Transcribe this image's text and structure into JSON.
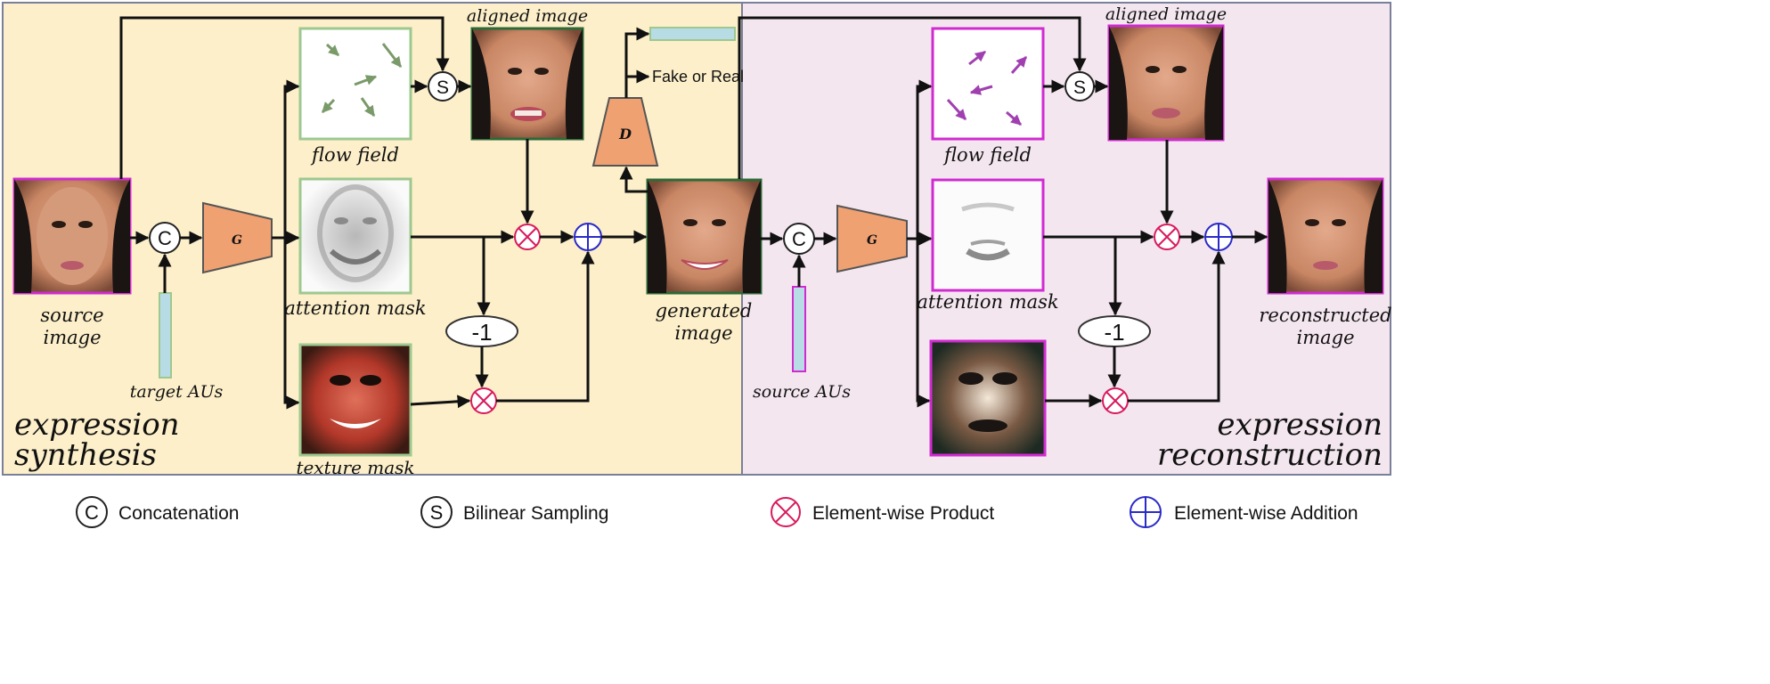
{
  "colors": {
    "synthesis_panel": "#fcefc9",
    "reconstruction_panel": "#f4e6ef",
    "panel_border": "#7a7f9a",
    "generator": "#f0a172",
    "product": "#d81b5e",
    "addition": "#2a2ac8",
    "pink_border": "#d02bd0",
    "green_border": "#9ec88f",
    "au_bar": "#b8dce5"
  },
  "panels": {
    "synthesis": {
      "line1": "expression",
      "line2": "synthesis"
    },
    "reconstruction": {
      "line1": "expression",
      "line2": "reconstruction"
    }
  },
  "synthesis": {
    "source_image": {
      "line1": "source",
      "line2": "image"
    },
    "target_aus": "target AUs",
    "flow_field": "flow field",
    "aligned_image": "aligned image",
    "attention_mask": "attention mask",
    "texture_mask": "texture mask",
    "generated_image": {
      "line1": "generated",
      "line2": "image"
    },
    "fake_or_real": "Fake or Real"
  },
  "reconstruction": {
    "source_aus": "source AUs",
    "flow_field": "flow field",
    "aligned_image": "aligned image",
    "attention_mask": "attention mask",
    "reconstructed_image": {
      "line1": "reconstructed",
      "line2": "image"
    }
  },
  "nodes": {
    "generator": "G",
    "discriminator": "D",
    "concat": "C",
    "sampling": "S",
    "negate": "-1"
  },
  "legend": {
    "concatenation": "Concatenation",
    "bilinear_sampling": "Bilinear Sampling",
    "element_product": "Element-wise Product",
    "element_addition": "Element-wise Addition"
  }
}
